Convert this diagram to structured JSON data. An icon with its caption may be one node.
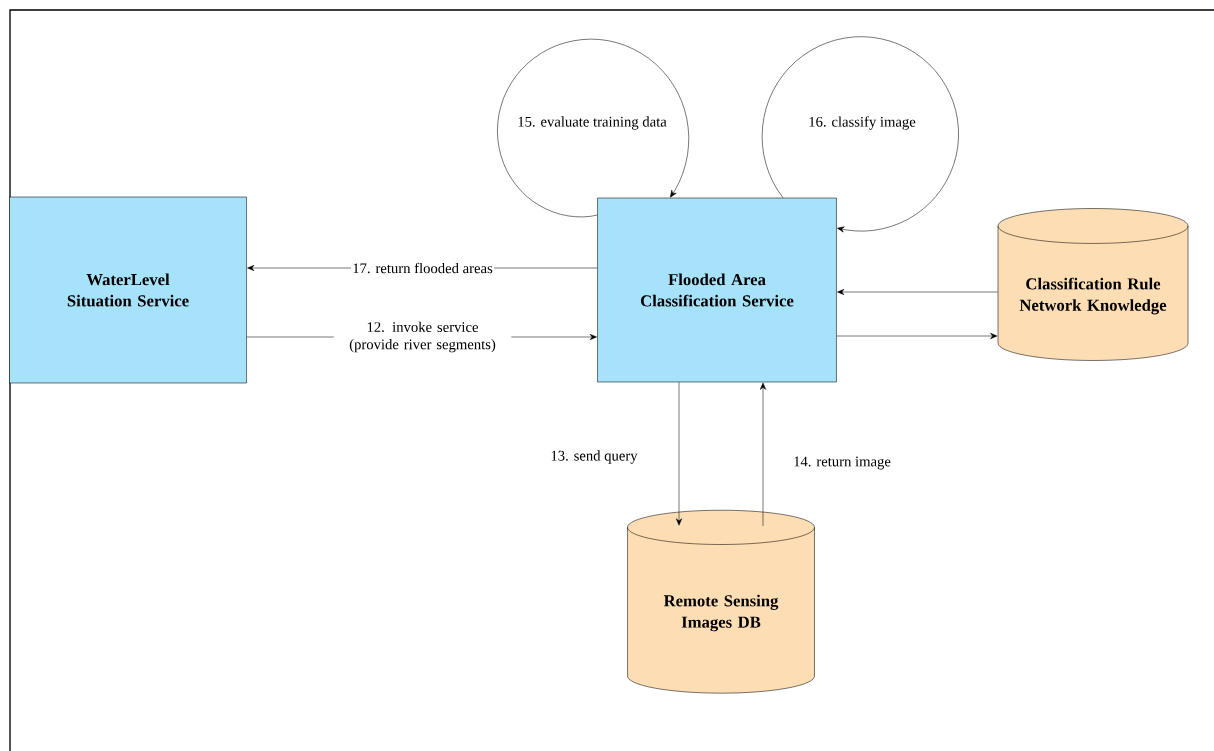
{
  "diagram": {
    "nodes": [
      {
        "text": [
          "WaterLevel Situation Service"
        ]
      },
      {
        "text": [
          "Flooded Area Classification Service"
        ]
      },
      {
        "text": [
          "Classification Rule Network Knowledge"
        ]
      },
      {
        "text": [
          "Remote Sensing Images DB"
        ]
      }
    ],
    "edges": [
      {
        "from": 1,
        "to": 0,
        "arrow": "to",
        "label": "17. return flooded areas"
      },
      {
        "from": 0,
        "to": 1,
        "arrow": "to",
        "label": "12. invoke service (provide river segments)"
      },
      {
        "from": 1,
        "to": 1,
        "arrow": "to",
        "label": "15. evaluate training data"
      },
      {
        "from": 1,
        "to": 1,
        "arrow": "to",
        "label": "16. classify image"
      },
      {
        "from": 2,
        "to": 1,
        "arrow": "to"
      },
      {
        "from": 1,
        "to": 2,
        "arrow": "to"
      },
      {
        "from": 1,
        "to": 3,
        "arrow": "to",
        "label": "13. send query"
      },
      {
        "from": 3,
        "to": 1,
        "arrow": "to",
        "label": "14. return image"
      }
    ]
  }
}
